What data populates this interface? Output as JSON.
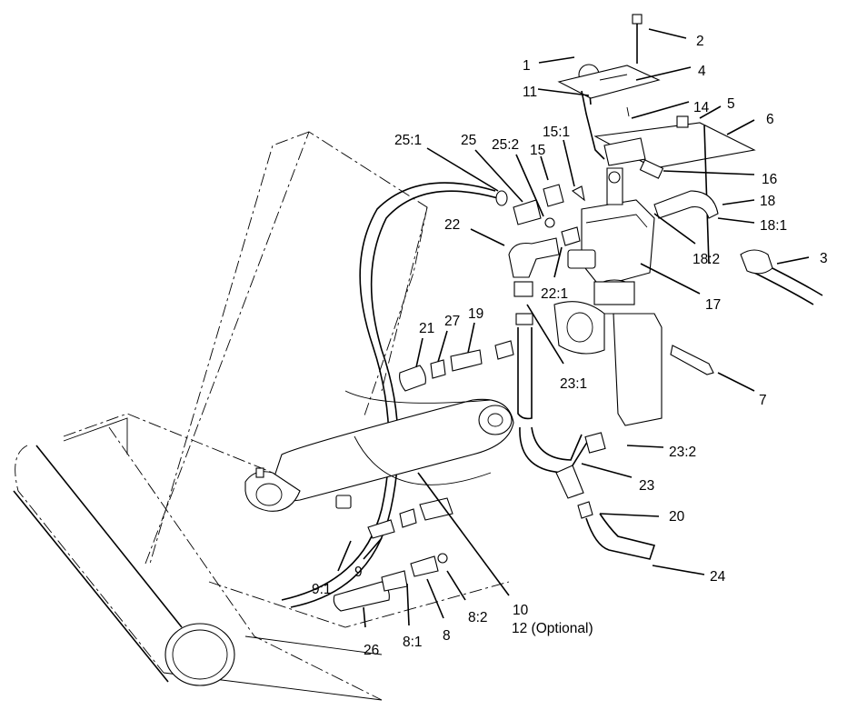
{
  "figure": {
    "labels": [
      {
        "id": "1",
        "text": "1"
      },
      {
        "id": "2",
        "text": "2"
      },
      {
        "id": "3",
        "text": "3"
      },
      {
        "id": "4",
        "text": "4"
      },
      {
        "id": "5",
        "text": "5"
      },
      {
        "id": "6",
        "text": "6"
      },
      {
        "id": "7",
        "text": "7"
      },
      {
        "id": "8",
        "text": "8"
      },
      {
        "id": "8_1",
        "text": "8:1"
      },
      {
        "id": "8_2",
        "text": "8:2"
      },
      {
        "id": "9",
        "text": "9"
      },
      {
        "id": "9_1",
        "text": "9:1"
      },
      {
        "id": "10",
        "text": "10"
      },
      {
        "id": "12",
        "text": "12 (Optional)"
      },
      {
        "id": "11",
        "text": "11"
      },
      {
        "id": "14",
        "text": "14"
      },
      {
        "id": "15",
        "text": "15"
      },
      {
        "id": "15_1",
        "text": "15:1"
      },
      {
        "id": "16",
        "text": "16"
      },
      {
        "id": "17",
        "text": "17"
      },
      {
        "id": "18",
        "text": "18"
      },
      {
        "id": "18_1",
        "text": "18:1"
      },
      {
        "id": "18_2",
        "text": "18:2"
      },
      {
        "id": "19",
        "text": "19"
      },
      {
        "id": "20",
        "text": "20"
      },
      {
        "id": "21",
        "text": "21"
      },
      {
        "id": "22",
        "text": "22"
      },
      {
        "id": "22_1",
        "text": "22:1"
      },
      {
        "id": "23",
        "text": "23"
      },
      {
        "id": "23_1",
        "text": "23:1"
      },
      {
        "id": "23_2",
        "text": "23:2"
      },
      {
        "id": "24",
        "text": "24"
      },
      {
        "id": "25",
        "text": "25"
      },
      {
        "id": "25_1",
        "text": "25:1"
      },
      {
        "id": "25_2",
        "text": "25:2"
      },
      {
        "id": "26",
        "text": "26"
      },
      {
        "id": "27",
        "text": "27"
      }
    ]
  }
}
